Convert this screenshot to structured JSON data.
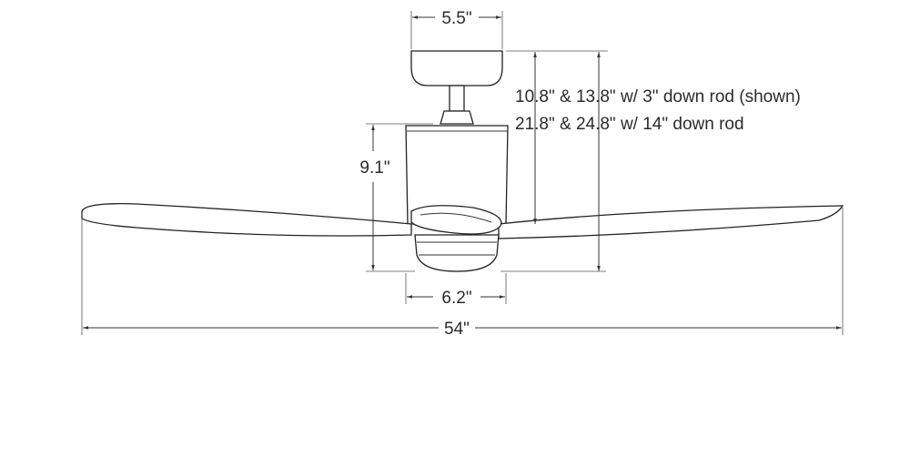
{
  "dimensions": {
    "canopy_width": "5.5\"",
    "motor_height": "9.1\"",
    "housing_width": "6.2\"",
    "blade_span": "54\"",
    "height_note_1": "10.8\" & 13.8\"  w/ 3\" down rod (shown)",
    "height_note_2": "21.8\" & 24.8\"  w/ 14\" down rod"
  },
  "colors": {
    "line": "#333333",
    "text": "#2b2b2b",
    "background": "#ffffff"
  }
}
